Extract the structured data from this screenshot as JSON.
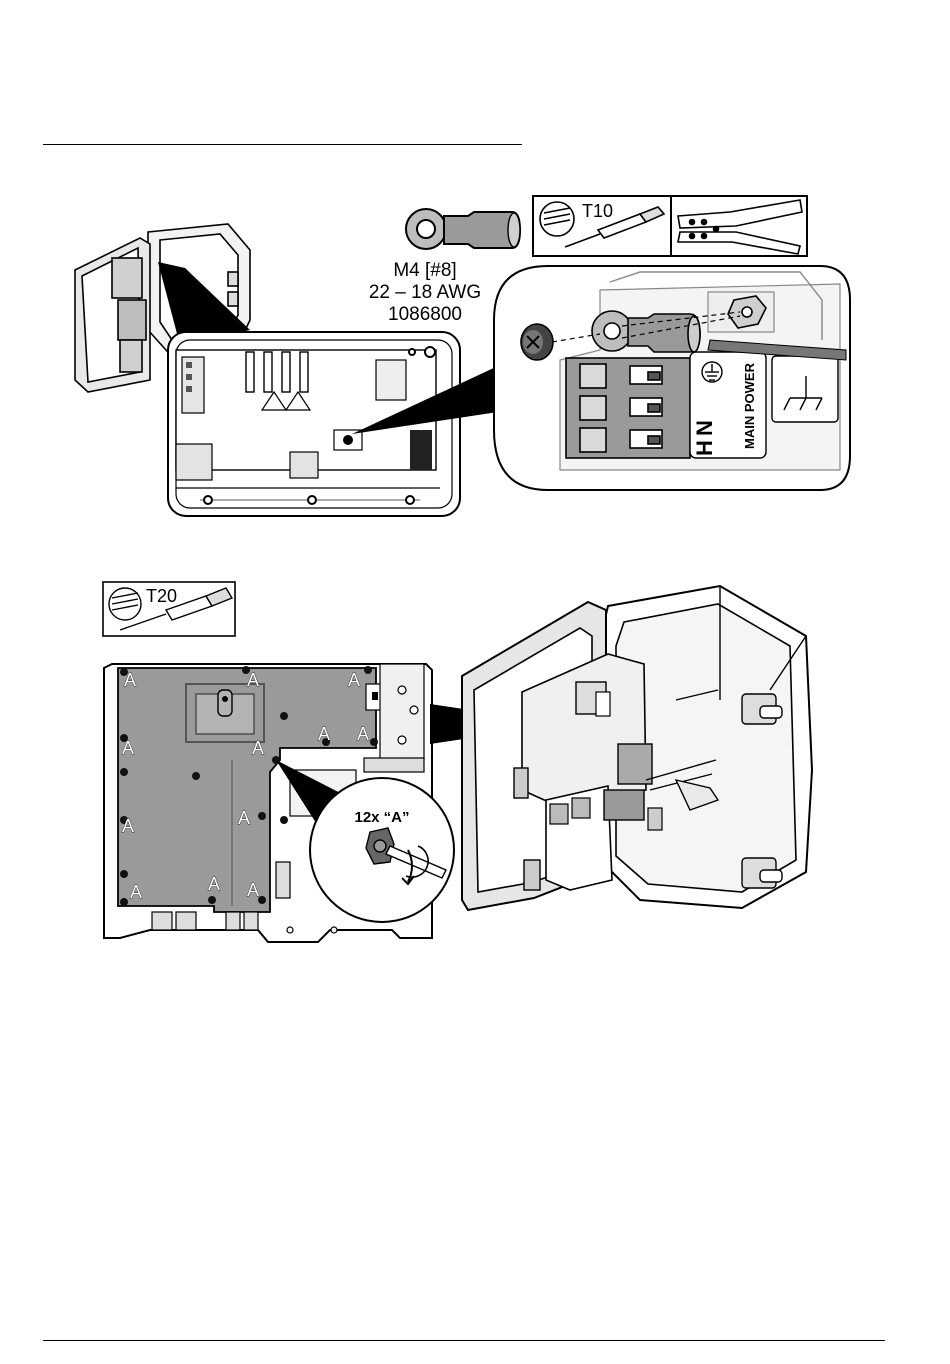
{
  "figure1": {
    "connector_spec": {
      "screw_size": "M4 [#8]",
      "wire_gauge": "22 – 18 AWG",
      "part_number": "1086800"
    },
    "tool_driver_label": "T10",
    "terminal_labels": [
      "H",
      "N"
    ],
    "main_power_label": "MAIN POWER"
  },
  "figure2": {
    "tool_driver_label": "T20",
    "screw_callout": "12x “A”",
    "screw_marker": "A"
  }
}
